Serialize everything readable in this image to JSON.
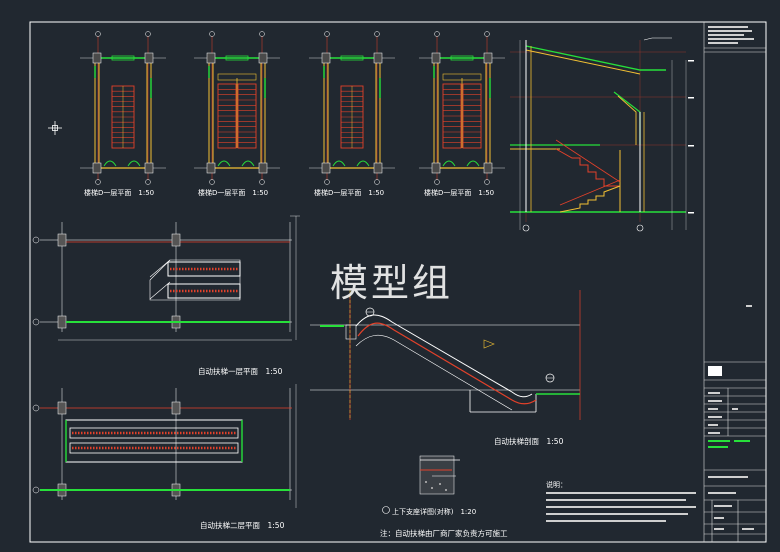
{
  "watermark": "模型组",
  "plans": [
    {
      "label": "楼梯D一层平面　1:50"
    },
    {
      "label": "楼梯D一层平面　1:50"
    },
    {
      "label": "楼梯D一层平面　1:50"
    },
    {
      "label": "楼梯D一层平面　1:50"
    }
  ],
  "escalator_plan_1": "自动扶梯一层平面　1:50",
  "escalator_plan_2": "自动扶梯二层平面　1:50",
  "escalator_section": "自动扶梯剖面　1:50",
  "detail_title": "上下支座详图(对称)　1:20",
  "footnote": "注：自动扶梯由厂商厂家负责方可施工",
  "notes_title": "说明：",
  "colors": {
    "background": "#212830",
    "frame": "#ffffff",
    "wall": "#f2c033",
    "green": "#27e03a",
    "red": "#e3412a",
    "cyan": "#33c8e0"
  }
}
